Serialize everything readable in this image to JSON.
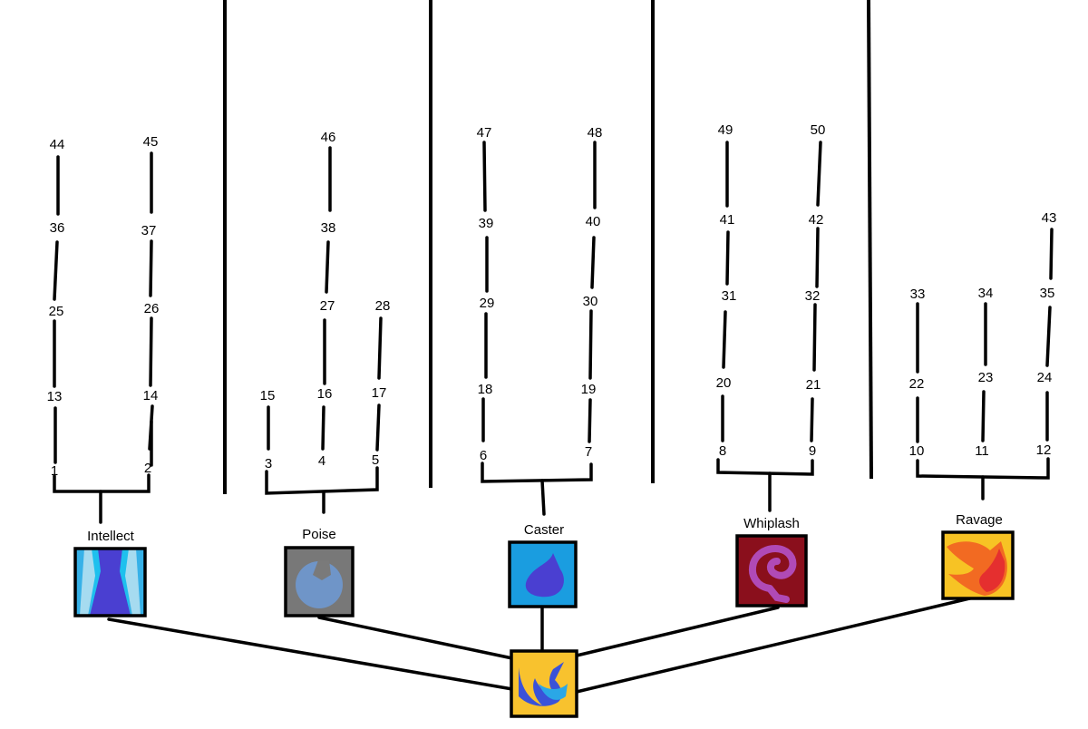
{
  "root": {
    "icon": "swoop-icon",
    "background": "#f8c22e"
  },
  "branches": [
    {
      "id": "intellect",
      "label": "Intellect",
      "icon": "tower-icon",
      "background": "#36b1e8"
    },
    {
      "id": "poise",
      "label": "Poise",
      "icon": "crescent-icon",
      "background": "#787878"
    },
    {
      "id": "caster",
      "label": "Caster",
      "icon": "flame-icon",
      "background": "#1a9de0"
    },
    {
      "id": "whiplash",
      "label": "Whiplash",
      "icon": "hook-icon",
      "background": "#8a0f1c"
    },
    {
      "id": "ravage",
      "label": "Ravage",
      "icon": "fire-icon",
      "background": "#f7c324"
    }
  ],
  "nodes": [
    "1",
    "2",
    "3",
    "4",
    "5",
    "6",
    "7",
    "8",
    "9",
    "10",
    "11",
    "12",
    "13",
    "14",
    "15",
    "16",
    "17",
    "18",
    "19",
    "20",
    "21",
    "22",
    "23",
    "24",
    "25",
    "26",
    "27",
    "28",
    "29",
    "30",
    "31",
    "32",
    "33",
    "34",
    "35",
    "36",
    "37",
    "38",
    "39",
    "40",
    "41",
    "42",
    "43",
    "44",
    "45",
    "46",
    "47",
    "48",
    "49",
    "50"
  ]
}
